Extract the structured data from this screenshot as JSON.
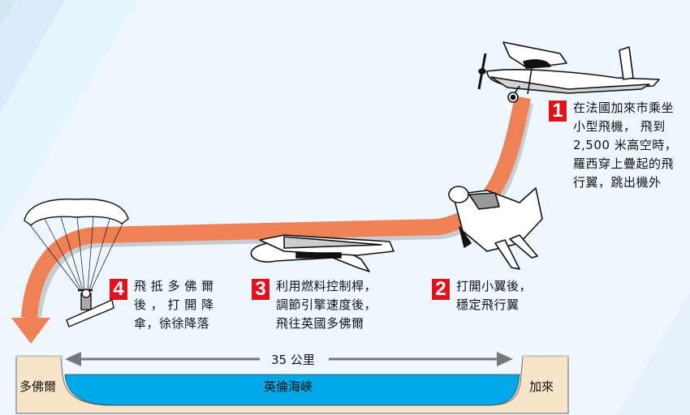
{
  "title": "飛行翼橫越英倫海峽示意圖",
  "steps": [
    {
      "number": "1",
      "text": "在法國加來市乘坐\n小型飛機， 飛到\n2,500 米高空時，\n羅西穿上疊起的飛\n行翼，跳出機外"
    },
    {
      "number": "2",
      "text": "打開小翼後，\n穩定飛行翼"
    },
    {
      "number": "3",
      "text": "利用燃料控制桿，\n調節引擎速度後，\n飛往英國多佛爾"
    },
    {
      "number": "4",
      "text": "飛 抵 多 佛 爾\n後 ， 打 開 降\n傘，徐徐降落"
    }
  ],
  "cross_section": {
    "distance": "35 公里",
    "water": "英倫海峽",
    "left_place": "多佛爾",
    "right_place": "加來"
  },
  "colors": {
    "background": "#eef6fe",
    "path": "#ee8155",
    "badge": "#e0121b",
    "water": "#00a8e8",
    "land": "#f8e4c8"
  }
}
